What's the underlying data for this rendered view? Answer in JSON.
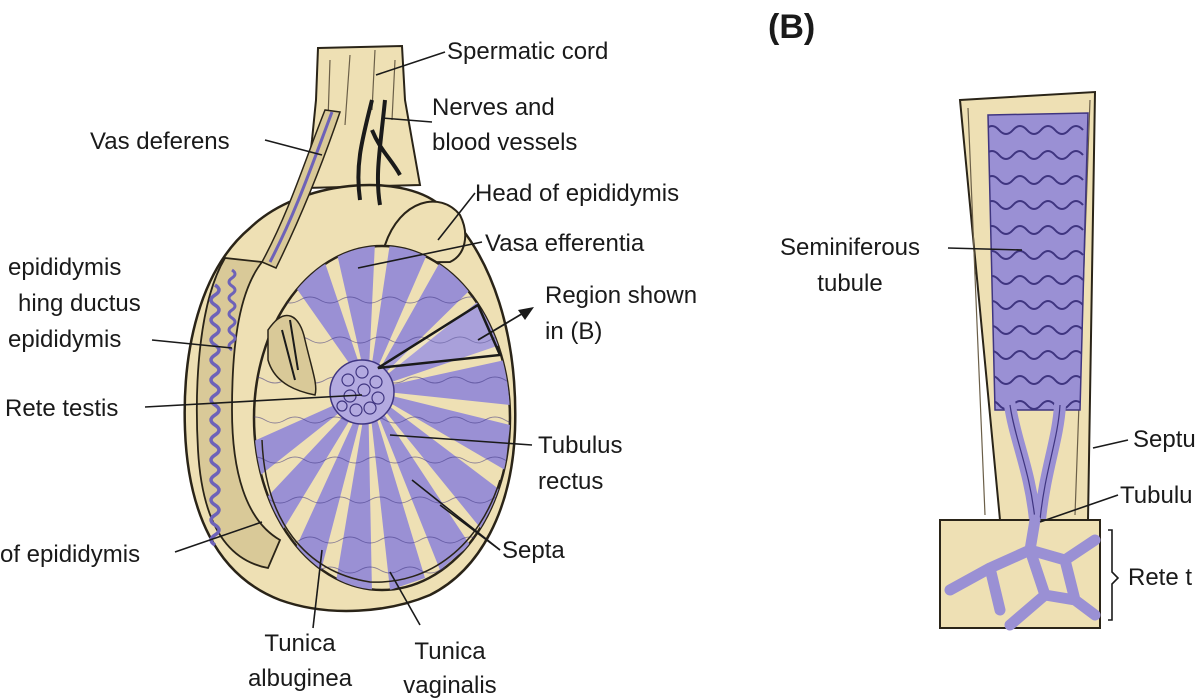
{
  "panel_b": "(B)",
  "colors": {
    "tissue": "#eee0b4",
    "tubule": "#9a90d4",
    "outline": "#2a2418",
    "background": "#ffffff"
  },
  "labels": {
    "spermatic_cord": "Spermatic cord",
    "nerves_vessels": [
      "Nerves and",
      "blood vessels"
    ],
    "vas_deferens": "Vas deferens",
    "head_epididymis": "Head of epididymis",
    "vasa_efferentia": "Vasa efferentia",
    "body_epididymis": [
      "epididymis",
      "hing ductus",
      "epididymis"
    ],
    "region_shown": [
      "Region shown",
      "in (B)"
    ],
    "rete_testis": "Rete testis",
    "tubulus_rectus": [
      "Tubulus",
      "rectus"
    ],
    "tail_epididymis": "of epididymis",
    "septa": "Septa",
    "tunica_albuginea": [
      "Tunica",
      "albuginea"
    ],
    "tunica_vaginalis": [
      "Tunica",
      "vaginalis"
    ]
  },
  "labels_b": {
    "seminiferous_tubule": [
      "Seminiferous",
      "tubule"
    ],
    "septum": "Septu",
    "tubulus": "Tubulu",
    "rete": "Rete t"
  }
}
